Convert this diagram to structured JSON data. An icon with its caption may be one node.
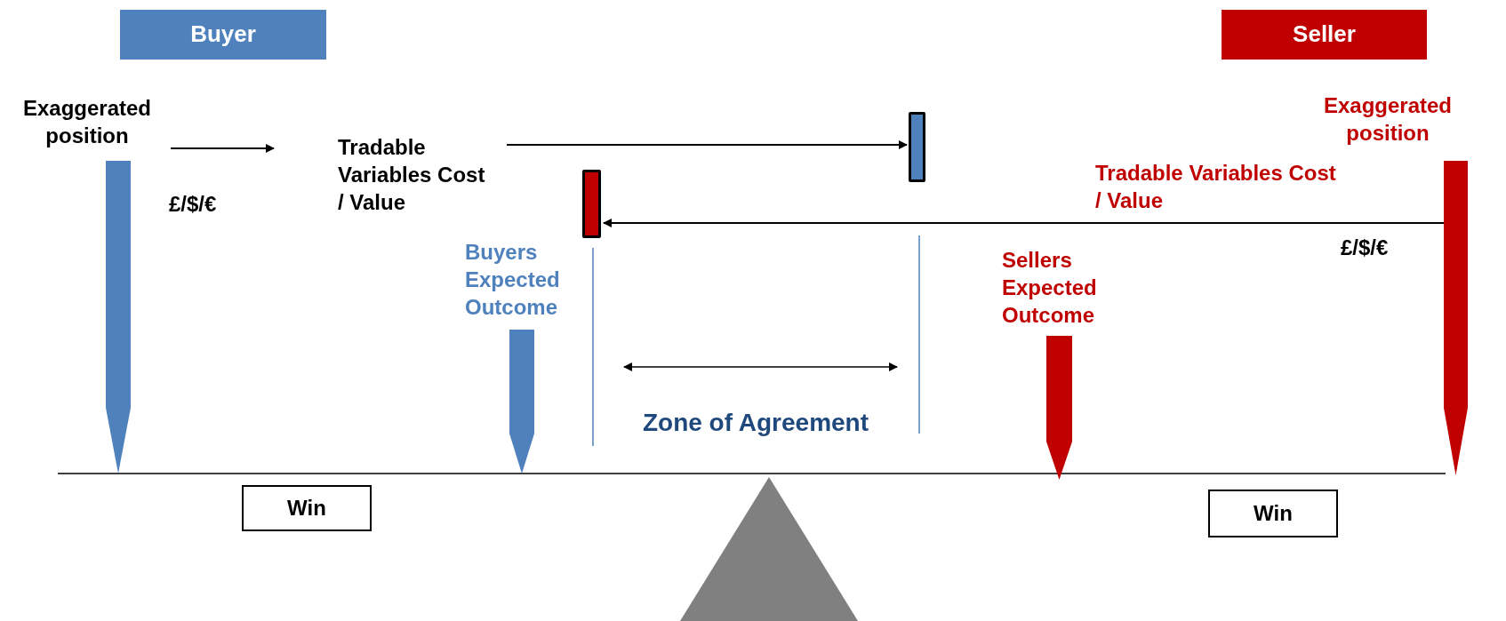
{
  "diagram": {
    "nodes": [
      {
        "text": [
          "Buyer"
        ]
      },
      {
        "text": [
          "Seller"
        ]
      },
      {
        "text": [
          "Exaggerated position"
        ]
      },
      {
        "text": [
          "Exaggerated position"
        ]
      },
      {
        "text": [
          "Tradable Variables Cost / Value"
        ]
      },
      {
        "text": [],
        "shape": "bar"
      },
      {
        "text": [],
        "shape": "bar"
      },
      {
        "text": [
          "Tradable Variables Cost / Value"
        ]
      },
      {
        "text": [
          "Buyers Expected Outcome"
        ]
      },
      {
        "text": [
          "Sellers Expected Outcome"
        ]
      },
      {
        "text": [
          "Win"
        ]
      },
      {
        "text": [
          "Win"
        ]
      },
      {
        "text": [],
        "shape": "pointer"
      },
      {
        "text": [],
        "shape": "pointer"
      },
      {
        "text": [],
        "shape": "pointer"
      },
      {
        "text": [],
        "shape": "pointer"
      },
      {
        "text": [],
        "shape": "triangle"
      }
    ],
    "edges": [
      {
        "from": 2,
        "to": 4,
        "arrow": "to"
      },
      {
        "from": 4,
        "to": 5,
        "arrow": "to"
      },
      {
        "from": 15,
        "to": 6,
        "arrow": "to"
      }
    ],
    "labels": [
      "£/$/€",
      "£/$/€",
      "Zone of Agreement"
    ]
  }
}
